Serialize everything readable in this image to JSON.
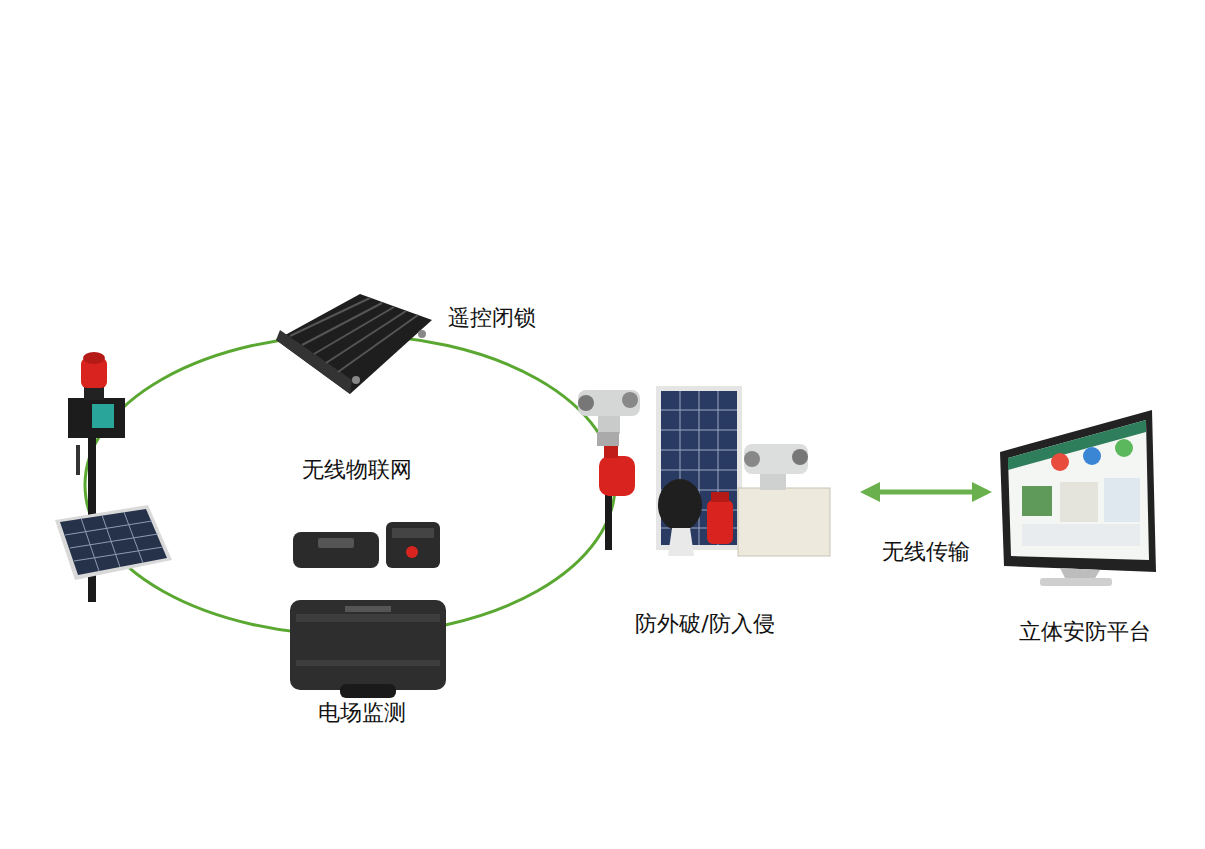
{
  "diagram": {
    "nodes": [
      {
        "text": [
          "遥控闭锁"
        ]
      },
      {
        "text": [
          "电场监测"
        ]
      },
      {
        "text": [
          "防外破/防入侵"
        ]
      },
      {
        "text": [
          "立体安防平台"
        ]
      }
    ],
    "edges": [
      {
        "from": 2,
        "to": 3,
        "label": "无线传输",
        "arrow": "both"
      }
    ],
    "labels": [
      "无线物联网"
    ]
  }
}
